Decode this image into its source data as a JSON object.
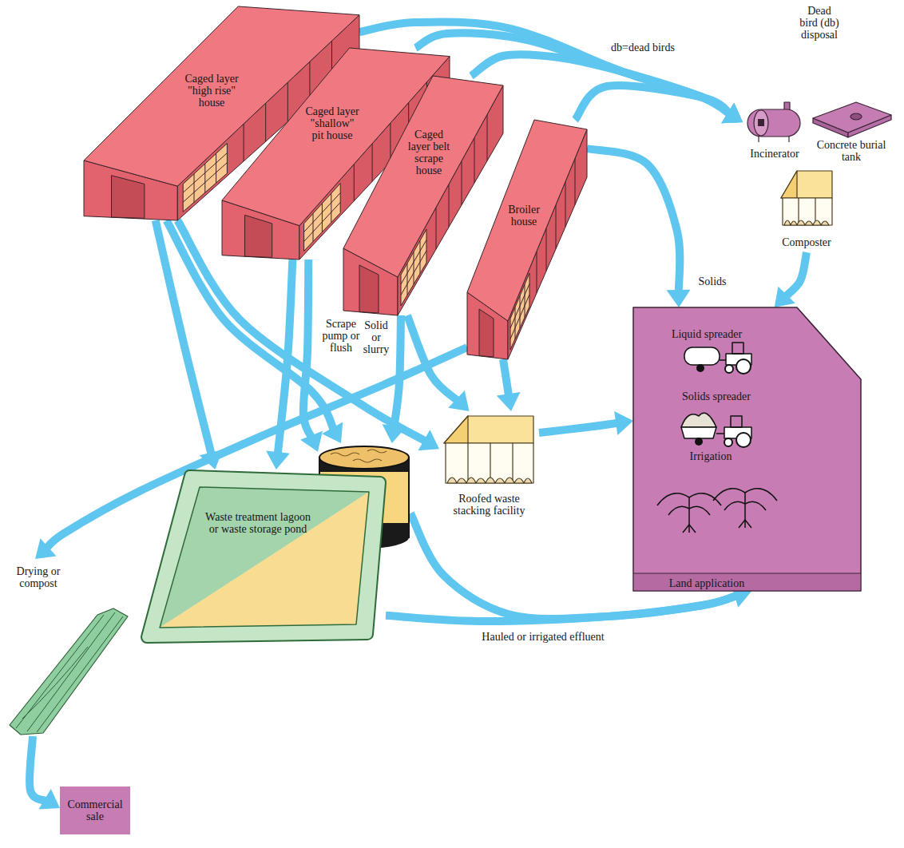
{
  "diagram": {
    "nodes": [
      {
        "text": [
          "Caged layer \"high rise\" house"
        ]
      },
      {
        "text": [
          "Caged layer \"shallow\" pit house"
        ]
      },
      {
        "text": [
          "Caged layer belt scrape house"
        ]
      },
      {
        "text": [
          "Broiler house"
        ]
      },
      {
        "text": [
          "Incinerator"
        ]
      },
      {
        "text": [
          "Concrete burial tank"
        ]
      },
      {
        "text": [
          "Composter"
        ]
      },
      {
        "text": [
          "Liquid spreader",
          "Solids spreader",
          "Irrigation",
          "Land application"
        ]
      },
      {
        "text": [
          "Waste storage structure"
        ]
      },
      {
        "text": [
          "Roofed waste stacking facility"
        ]
      },
      {
        "text": [
          "Waste treatment lagoon or waste storage pond"
        ]
      },
      {
        "text": [
          "Drying or compost"
        ]
      },
      {
        "text": [
          "Commercial sale"
        ]
      }
    ],
    "edges": [
      {
        "from": 0,
        "to": 4,
        "arrow": "to"
      },
      {
        "from": 1,
        "to": 4,
        "arrow": "to",
        "label": "db=dead birds"
      },
      {
        "from": 2,
        "to": 4,
        "arrow": "to"
      },
      {
        "from": 3,
        "to": 4,
        "arrow": "to"
      },
      {
        "from": 3,
        "to": 7,
        "arrow": "to",
        "label": "Solids"
      },
      {
        "from": 6,
        "to": 7,
        "arrow": "to"
      },
      {
        "from": 9,
        "to": 7,
        "arrow": "to"
      },
      {
        "from": 8,
        "to": 7,
        "arrow": "to"
      },
      {
        "from": 10,
        "to": 7,
        "arrow": "to",
        "label": "Hauled or irrigated effluent"
      },
      {
        "from": 11,
        "to": 12,
        "arrow": "to"
      },
      {
        "from": 3,
        "to": 11,
        "arrow": "to"
      },
      {
        "from": 0,
        "to": 8,
        "arrow": "to"
      },
      {
        "from": 0,
        "to": 9,
        "arrow": "to"
      },
      {
        "from": 0,
        "to": 10,
        "arrow": "to"
      },
      {
        "from": 1,
        "to": 10,
        "arrow": "to"
      },
      {
        "from": 1,
        "to": 8,
        "arrow": "to"
      },
      {
        "from": 2,
        "to": 8,
        "arrow": "to"
      },
      {
        "from": 2,
        "to": 9,
        "arrow": "to"
      },
      {
        "from": 3,
        "to": 9,
        "arrow": "to"
      }
    ],
    "labels": [
      "Dead bird (db) disposal",
      "Scrape pump or flush",
      "Solid or slurry"
    ]
  }
}
